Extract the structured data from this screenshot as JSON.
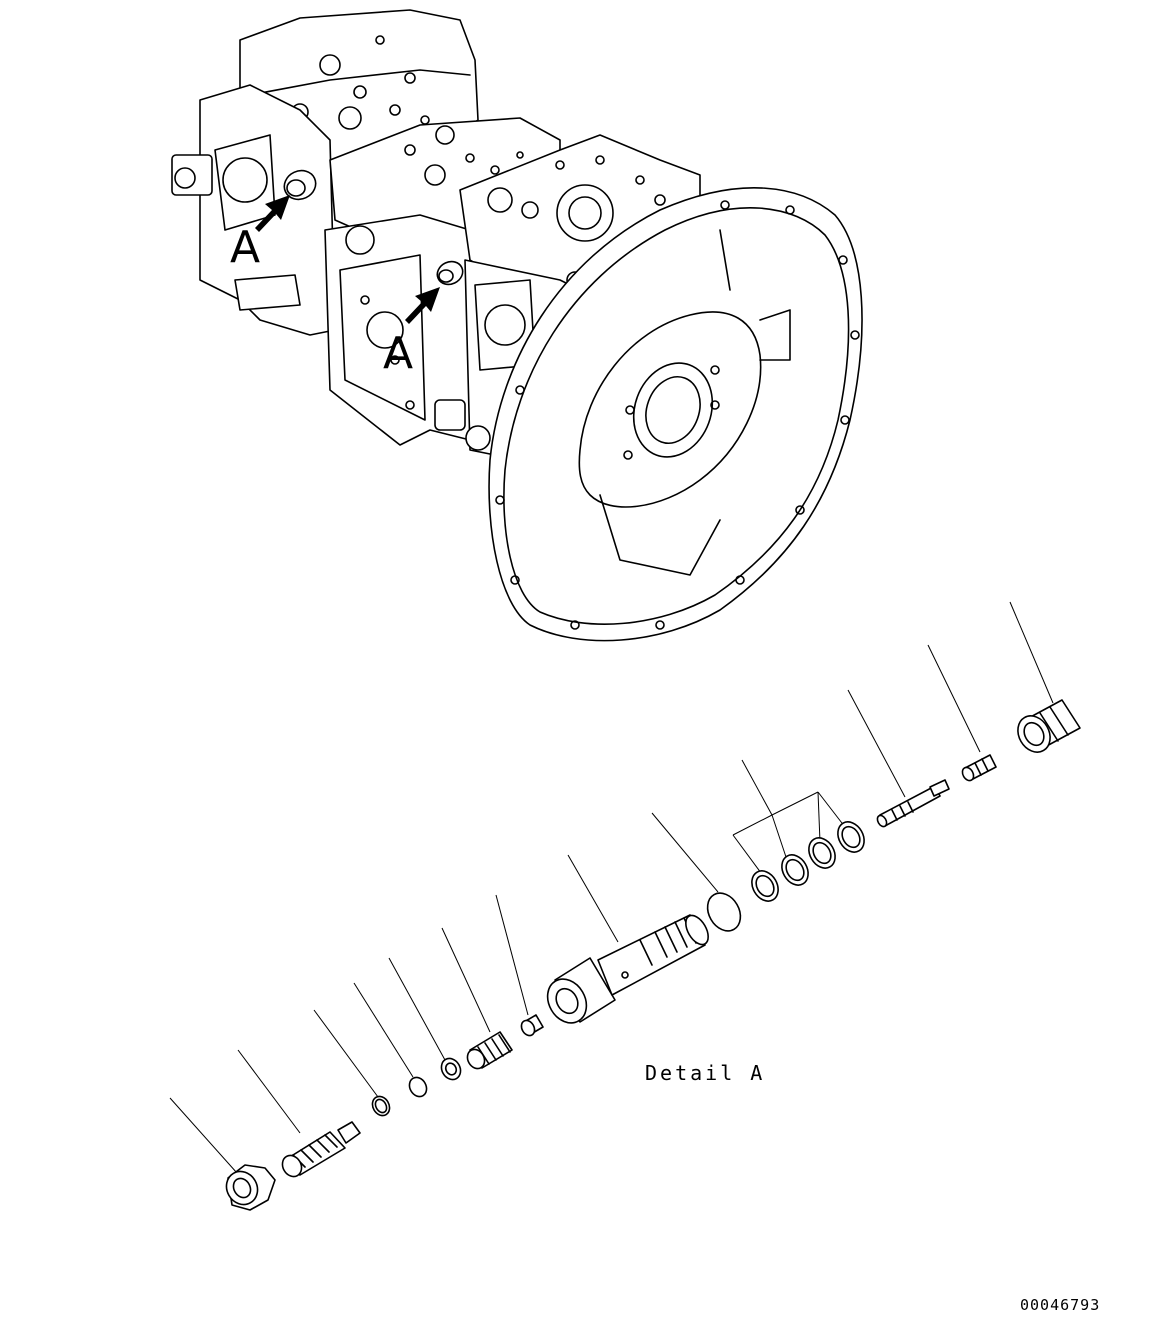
{
  "detail": {
    "marker": "A",
    "caption": "Detail A"
  },
  "drawing_number": "00046793",
  "parts": [
    {
      "name": "nut"
    },
    {
      "name": "adjusting-screw"
    },
    {
      "name": "snap-ring"
    },
    {
      "name": "o-ring-small"
    },
    {
      "name": "spring-seat"
    },
    {
      "name": "spring"
    },
    {
      "name": "plug-small"
    },
    {
      "name": "sleeve"
    },
    {
      "name": "o-ring"
    },
    {
      "name": "backup-rings"
    },
    {
      "name": "spool"
    },
    {
      "name": "piston"
    },
    {
      "name": "plug"
    }
  ]
}
